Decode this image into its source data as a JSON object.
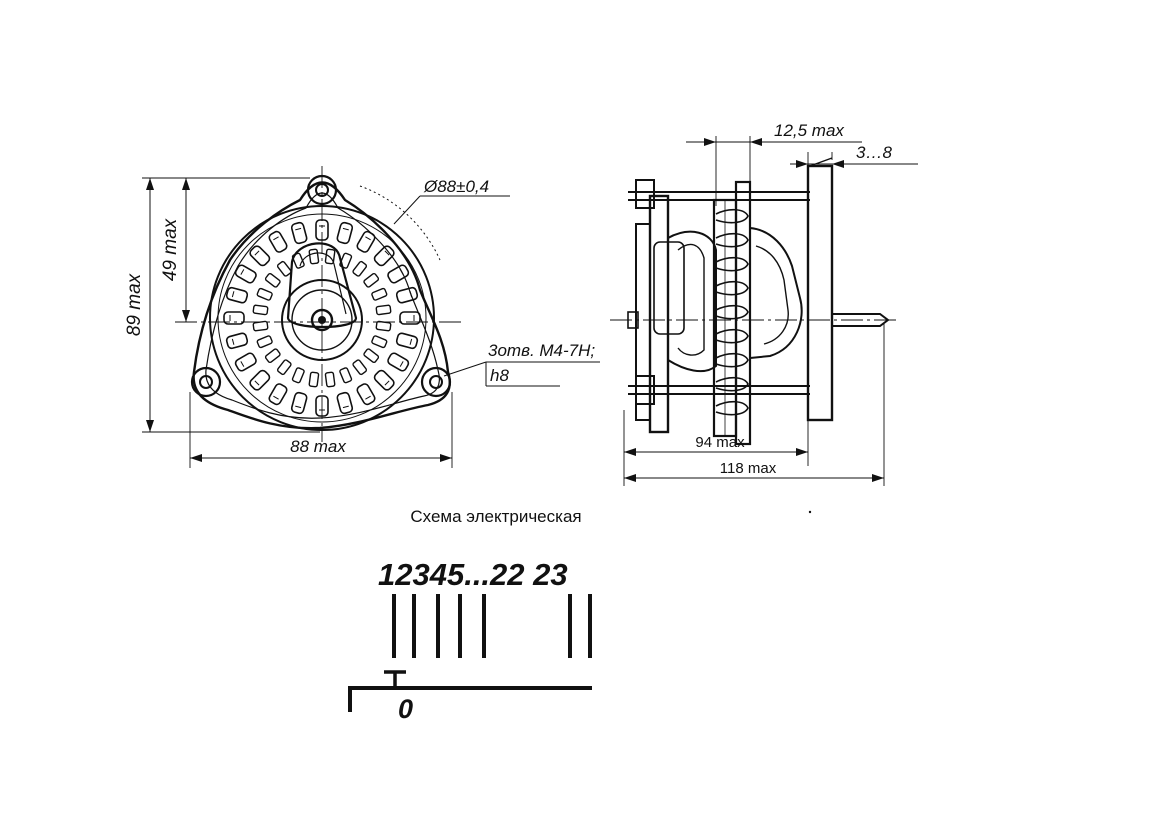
{
  "front_view": {
    "dia_label": "Ø88±0,4",
    "height_label": "89 max",
    "half_height_label": "49 max",
    "width_label": "88 max",
    "holes_label": "3отв. М4-7Н;",
    "holes_depth_label": "h8"
  },
  "side_view": {
    "shaft_label": "12,5 max",
    "range_label": "3…8",
    "depth_label": "94 max",
    "overall_label": "118 max"
  },
  "schematic": {
    "caption": "Схема электрическая",
    "pins_label": "12345...22 23",
    "common_label": "0"
  },
  "colors": {
    "ink": "#111111",
    "paper": "#ffffff"
  }
}
